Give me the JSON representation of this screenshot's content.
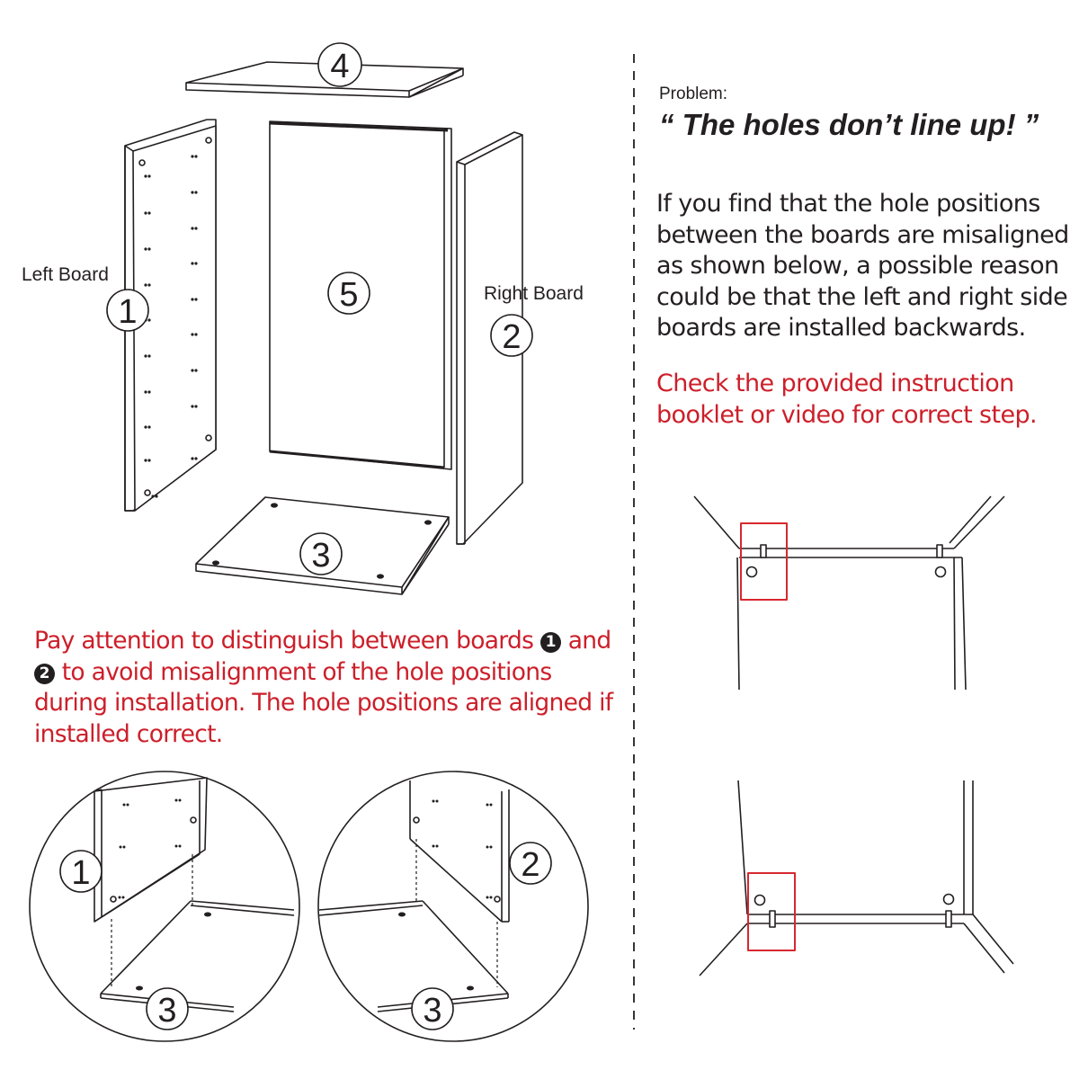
{
  "labels": {
    "left_board": "Left Board",
    "right_board": "Right Board"
  },
  "numbers": {
    "top_board": "4",
    "back_board": "5",
    "left_board": "1",
    "right_board": "2",
    "bottom_board": "3",
    "detail_left_board": "1",
    "detail_left_bottom": "3",
    "detail_right_board": "2",
    "detail_right_bottom": "3"
  },
  "problem": {
    "label": "Problem:",
    "quote": "“ The holes don’t line up! ”",
    "description": "If you find that the hole positions between the  boards are misaligned as shown below,  a possible reason could be that the left and right side boards are installed backwards.",
    "check": "Check the provided instruction booklet or video for correct step."
  },
  "attention": {
    "part1": "Pay attention to distinguish between boards ",
    "badge1": "1",
    "part2": " and ",
    "badge2": "2",
    "part3": " to avoid misalignment of the hole positions during installation. The hole positions are aligned if installed correct."
  },
  "colors": {
    "line": "#231f20",
    "warning_red": "#cc1f2a",
    "highlight_box": "#d7282f"
  }
}
